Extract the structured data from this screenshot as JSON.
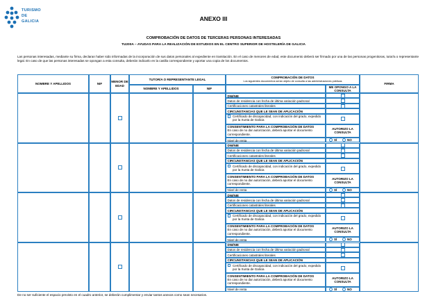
{
  "logo": {
    "line1": "TURISMO",
    "line2": "DE",
    "line3": "GALICIA"
  },
  "annex_title": "ANEXO III",
  "title": "COMPROBACIÓN DE DATOS DE TERCERAS PERSONAS INTERESADAS",
  "subtitle": "TU200A – AYUDAS PARA LA REALIZACIÓN DE ESTUDIOS EN EL CENTRO SUPERIOR DE HOSTELERÍA DE GALICIA",
  "intro": "Las personas interesadas, mediante su firma, declaran haber sido informadas de la incorporación de sus datos personales al expediente en tramitación. En el caso de menores de edad, este documento deberá ser firmado por una de las personas progenitoras, tutor/a o representante legal. En caso de que las personas interesadas se opongan a esta consulta, deberán indicarlo en la casilla correspondiente y aportar una copia de los documentos.",
  "headers": {
    "name": "NOMBRE Y APELLIDOS",
    "nif": "NIF",
    "minor": "MENOR DE EDAD",
    "tutor": "TUTOR/A O REPRESENTANTE LEGAL",
    "tutor_name": "NOMBRE Y APELLIDOS",
    "tutor_nif": "NIF",
    "check": "COMPROBACIÓN DE DATOS",
    "check_sub": "Los siguientes documentos serán objeto de consulta a las administraciones públicas",
    "oppose": "ME OPONGO A LA CONSULTA",
    "sign": "FIRMA"
  },
  "block": {
    "dni": "DNI/NIE",
    "residence": "Datos de residencia con fecha de última variación padronal",
    "cadastral": "Certificaciones catastrales literales",
    "circumstances": "CIRCUNSTANCIAS QUE LE SEAN DE APLICACIÓN",
    "disability": "Certificado de discapacidad, con indicación del grado, expedido por la Xunta de Galicia",
    "consent_title": "CONSENTIMIENTO PARA LA COMPROBACIÓN DE DATOS",
    "consent_text": "En caso de no dar autorización, deberá aportar el documento correspondiente.",
    "income": "Nivel de renta",
    "authorize": "AUTORIZO LA CONSULTA",
    "yes": "SÍ",
    "no": "NO"
  },
  "rows": [
    {},
    {},
    {},
    {}
  ],
  "footer": "De no ser suficiente el espacio previsto en el cuadro anterior, se deberán cumplimentar y enviar tantos anexos como sean necesarios.",
  "colors": {
    "border": "#2a7fc1",
    "logo": "#1a6fb3"
  }
}
